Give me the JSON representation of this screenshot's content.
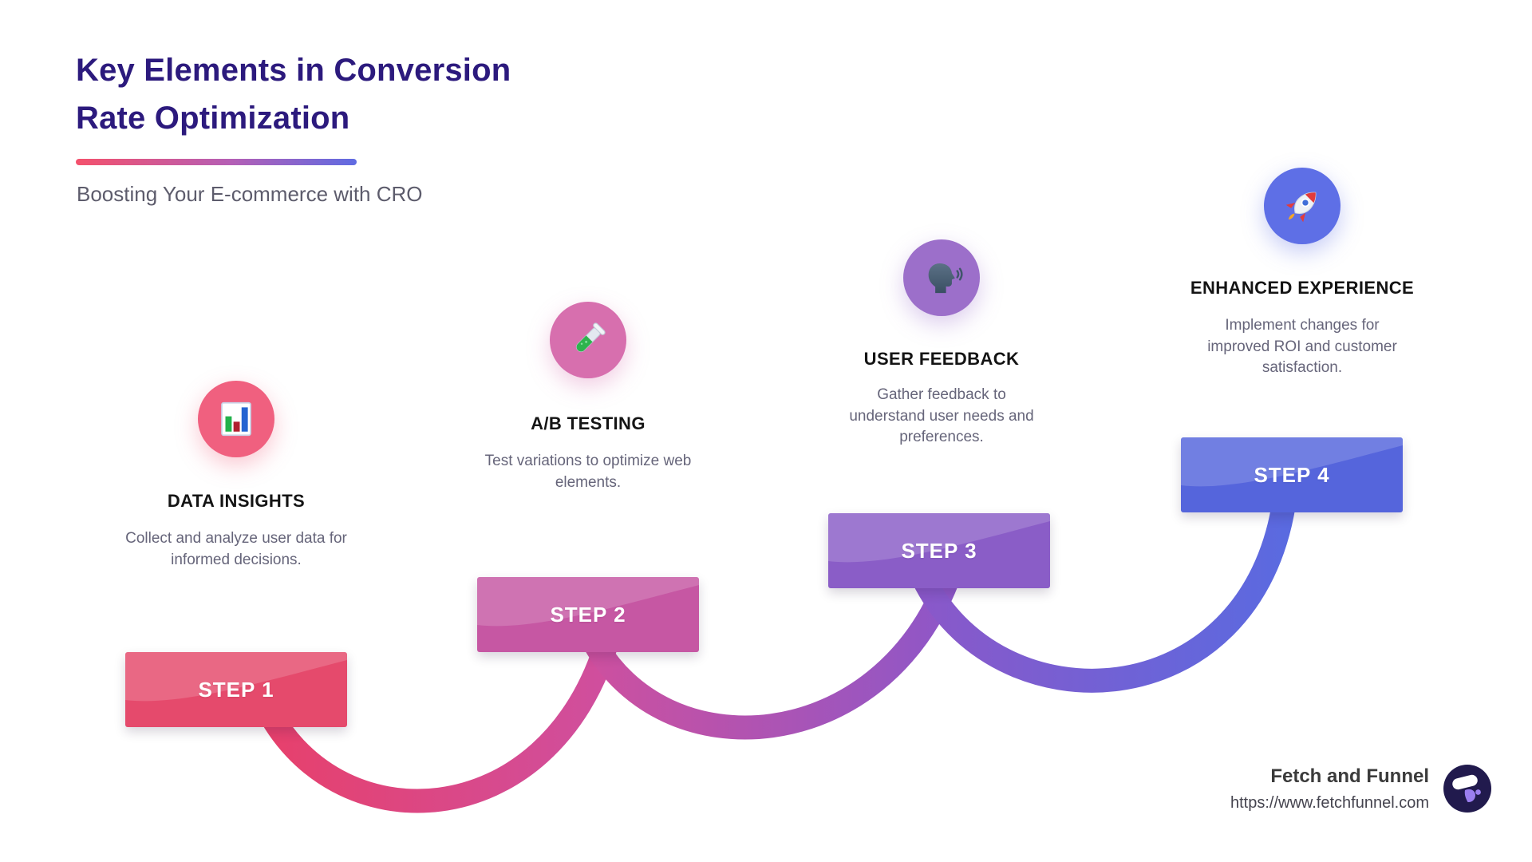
{
  "header": {
    "title_line1": "Key Elements in Conversion",
    "title_line2": "Rate Optimization",
    "subtitle": "Boosting Your E-commerce with CRO"
  },
  "steps": [
    {
      "label": "STEP 1",
      "title": "DATA INSIGHTS",
      "description": "Collect and analyze user data for informed decisions.",
      "icon": "bar-chart-icon",
      "circle_color": "#f0607f",
      "box_color": "#e54a6c",
      "box_highlight": "#f4617e"
    },
    {
      "label": "STEP 2",
      "title": "A/B TESTING",
      "description": "Test variations to optimize web elements.",
      "icon": "test-tube-icon",
      "circle_color": "#d76fae",
      "box_color": "#c657a3",
      "box_highlight": "#d378b6"
    },
    {
      "label": "STEP 3",
      "title": "USER FEEDBACK",
      "description": "Gather feedback to understand user needs and preferences.",
      "icon": "speaking-head-icon",
      "circle_color": "#9c6fca",
      "box_color": "#8a5dc7",
      "box_highlight": "#9c78d0"
    },
    {
      "label": "STEP 4",
      "title": "ENHANCED EXPERIENCE",
      "description": "Implement changes for improved ROI and customer satisfaction.",
      "icon": "rocket-icon",
      "circle_color": "#5e6fe6",
      "box_color": "#5565dc",
      "box_highlight": "#6d7cec"
    }
  ],
  "footer": {
    "company": "Fetch and Funnel",
    "url": "https://www.fetchfunnel.com"
  },
  "colors": {
    "title_text": "#2c1a7d",
    "subtitle_text": "#5d5c6c",
    "step_title_text": "#141414",
    "step_description_text": "#66657a",
    "underline_gradient_start": "#f4516c",
    "underline_gradient_end": "#5f6be2",
    "connector_gradient": [
      "#e7406b",
      "#cf4f9f",
      "#8d57c8",
      "#5a6ae0"
    ],
    "logo_background": "#211a4d",
    "logo_accent": "#9b7ef0"
  }
}
